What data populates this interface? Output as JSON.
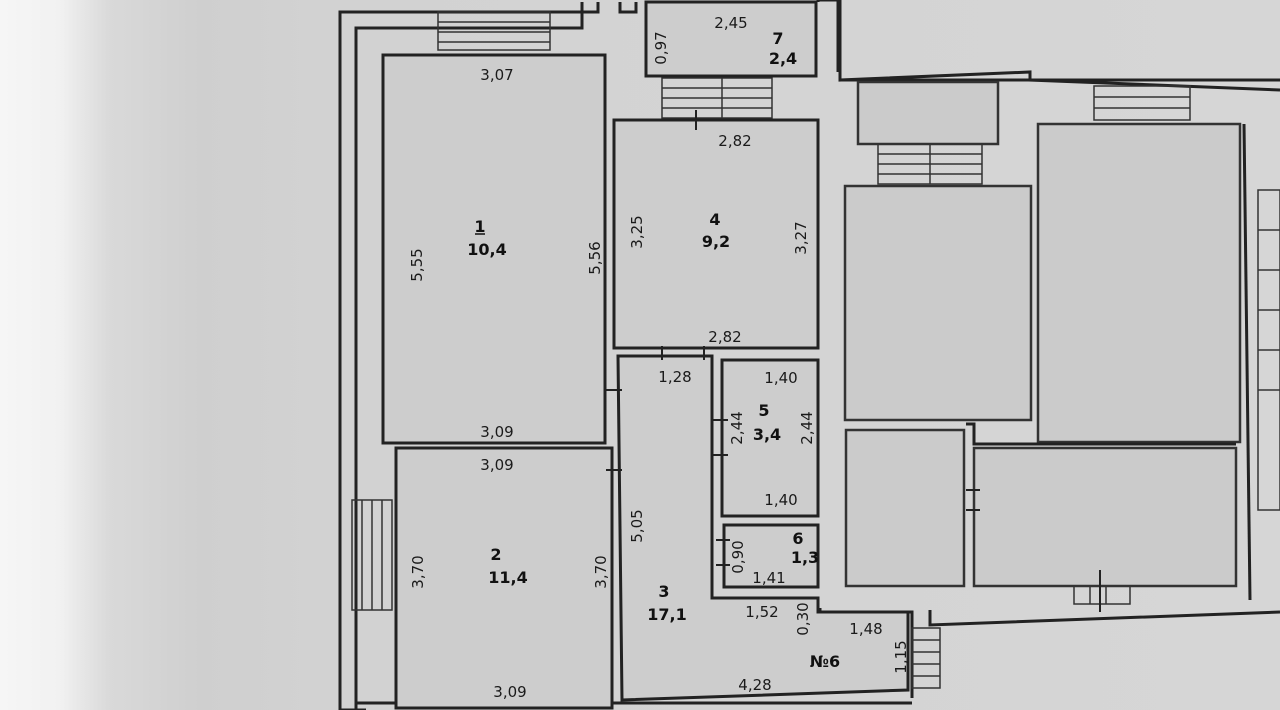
{
  "rooms": [
    {
      "id": "room-1",
      "number": "1",
      "area": "10,4"
    },
    {
      "id": "room-2",
      "number": "2",
      "area": "11,4"
    },
    {
      "id": "room-3",
      "number": "3",
      "area": "17,1"
    },
    {
      "id": "room-4",
      "number": "4",
      "area": "9,2"
    },
    {
      "id": "room-5",
      "number": "5",
      "area": "3,4"
    },
    {
      "id": "room-6",
      "number": "6",
      "area": "1,3"
    },
    {
      "id": "room-7",
      "number": "7",
      "area": "2,4"
    }
  ],
  "dimensions": {
    "r3_top": "3,07",
    "r3_left": "5,55",
    "r3_right": "5,56",
    "r3_bottom": "3,09",
    "r2_top": "3,09",
    "r2_left": "3,70",
    "r2_right": "3,70",
    "r2_bottom": "3,09",
    "r4_top": "2,82",
    "r4_left": "3,25",
    "r4_right": "3,27",
    "r4_bottom": "2,82",
    "r7_top": "2,45",
    "r7_left": "0,97",
    "r1_top": "1,28",
    "r1_left": "5,05",
    "r1_mid": "1,52",
    "r1_bottom": "4,28",
    "r5_top": "1,40",
    "r5_left": "2,44",
    "r5_right": "2,44",
    "r5_bottom": "1,40",
    "r6_left": "0,90",
    "r6_bottom": "1,41",
    "corr_v": "0,30",
    "corr_top": "1,48",
    "corr_right": "1,15"
  },
  "apartment_label": "№6"
}
